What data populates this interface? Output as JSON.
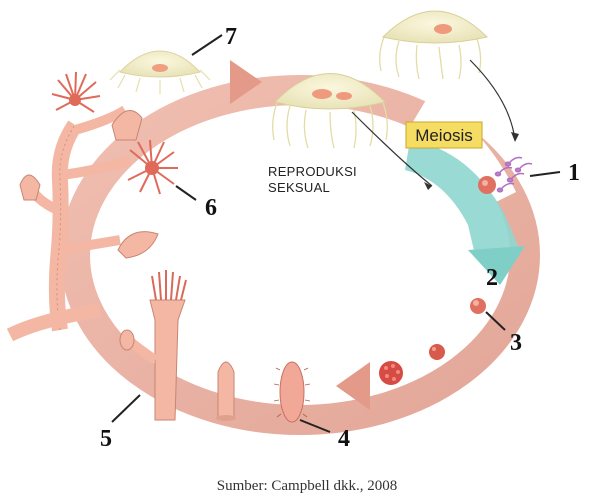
{
  "labels": {
    "reproduction_line1": "REPRODUKSI",
    "reproduction_line2": "SEKSUAL",
    "meiosis": "Meiosis",
    "source": "Sumber: Campbell dkk., 2008"
  },
  "stage_numbers": [
    "1",
    "2",
    "3",
    "4",
    "5",
    "6",
    "7"
  ],
  "colors": {
    "cycle_arrow": "#e8a898",
    "cycle_arrow_dark": "#d98c7c",
    "meiosis_arrow": "#8fd6cf",
    "meiosis_box": "#f5dc62",
    "medusa_body": "#f7f2cf",
    "polyp": "#f3b7a4",
    "egg": "#e07060"
  }
}
